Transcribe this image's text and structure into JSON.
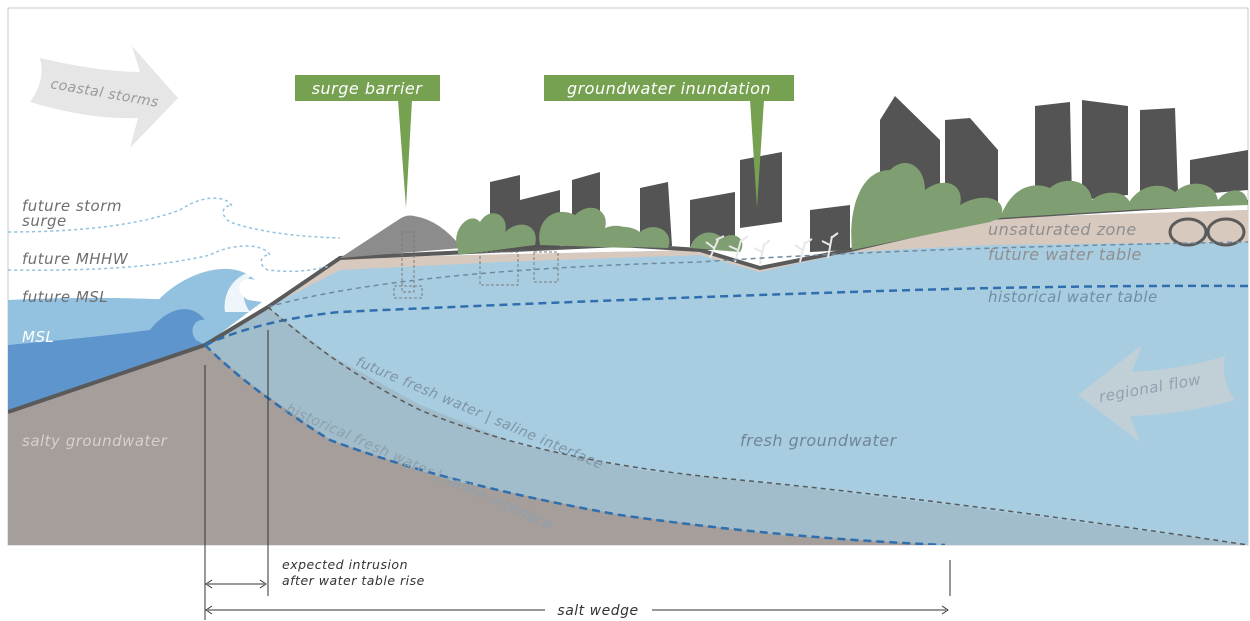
{
  "labels": {
    "coastal_storms": "coastal storms",
    "surge_barrier": "surge barrier",
    "groundwater_inundation": "groundwater inundation",
    "future_storm_surge_line1": "future storm",
    "future_storm_surge_line2": "surge",
    "future_mhhw": "future MHHW",
    "future_msl": "future MSL",
    "msl": "MSL",
    "salty_groundwater": "salty groundwater",
    "unsaturated_zone": "unsaturated zone",
    "future_water_table": "future water table",
    "historical_water_table": "historical water table",
    "regional_flow": "regional flow",
    "fresh_groundwater": "fresh groundwater",
    "future_interface": "future fresh water | saline interface",
    "historical_interface": "historical fresh water | saline interface",
    "expected_intrusion_line1": "expected intrusion",
    "expected_intrusion_line2": "after water table rise",
    "salt_wedge": "salt wedge"
  },
  "colors": {
    "fresh_water": "#a9cde0",
    "ocean_dark": "#5d95cc",
    "ocean_light": "#93c1e0",
    "salty_ground": "#a59e9a",
    "unsaturated": "#d8c9bf",
    "city": "#545454",
    "trees": "#7f9f72",
    "callout": "#76a150",
    "barrier": "#8c8c8c",
    "water_table_dash": "#2f6fae"
  }
}
